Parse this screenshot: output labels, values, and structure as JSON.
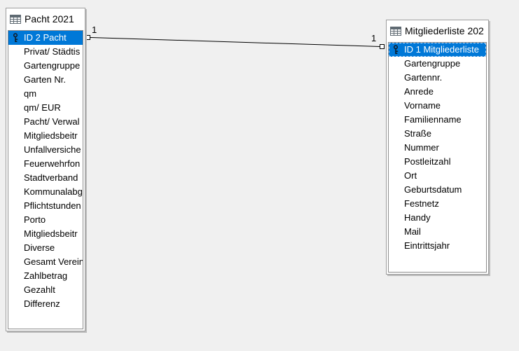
{
  "window": {
    "background_color": "#f0f0f0"
  },
  "colors": {
    "selection_bg": "#0078d7",
    "selection_text": "#ffffff",
    "box_bg": "#ffffff",
    "box_border": "#9d9d9d",
    "inner_border": "#8c8c8c",
    "relationship_line": "#000000"
  },
  "relationship": {
    "left_cardinality": "1",
    "right_cardinality": "1"
  },
  "tables": [
    {
      "title": "Pacht 2021",
      "icon": "table-grid-icon",
      "fields": [
        {
          "label": "ID 2 Pacht",
          "primary": true,
          "selected": true
        },
        {
          "label": "Privat/ Städtis"
        },
        {
          "label": "Gartengruppe"
        },
        {
          "label": "Garten Nr."
        },
        {
          "label": "qm"
        },
        {
          "label": "qm/ EUR"
        },
        {
          "label": "Pacht/ Verwal"
        },
        {
          "label": "Mitgliedsbeitr"
        },
        {
          "label": "Unfallversiche"
        },
        {
          "label": "Feuerwehrfon"
        },
        {
          "label": "Stadtverband"
        },
        {
          "label": "Kommunalabg"
        },
        {
          "label": "Pflichtstunden"
        },
        {
          "label": "Porto"
        },
        {
          "label": "Mitgliedsbeitr"
        },
        {
          "label": "Diverse"
        },
        {
          "label": "Gesamt Verein"
        },
        {
          "label": "Zahlbetrag"
        },
        {
          "label": "Gezahlt"
        },
        {
          "label": "Differenz"
        }
      ]
    },
    {
      "title": "Mitgliederliste 202",
      "icon": "table-grid-icon",
      "fields": [
        {
          "label": "ID 1 Mitgliederliste",
          "primary": true,
          "selected": true,
          "focused": true
        },
        {
          "label": "Gartengruppe"
        },
        {
          "label": "Gartennr."
        },
        {
          "label": "Anrede"
        },
        {
          "label": "Vorname"
        },
        {
          "label": "Familienname"
        },
        {
          "label": "Straße"
        },
        {
          "label": "Nummer"
        },
        {
          "label": "Postleitzahl"
        },
        {
          "label": "Ort"
        },
        {
          "label": "Geburtsdatum"
        },
        {
          "label": "Festnetz"
        },
        {
          "label": "Handy"
        },
        {
          "label": "Mail"
        },
        {
          "label": "Eintrittsjahr"
        }
      ]
    }
  ]
}
